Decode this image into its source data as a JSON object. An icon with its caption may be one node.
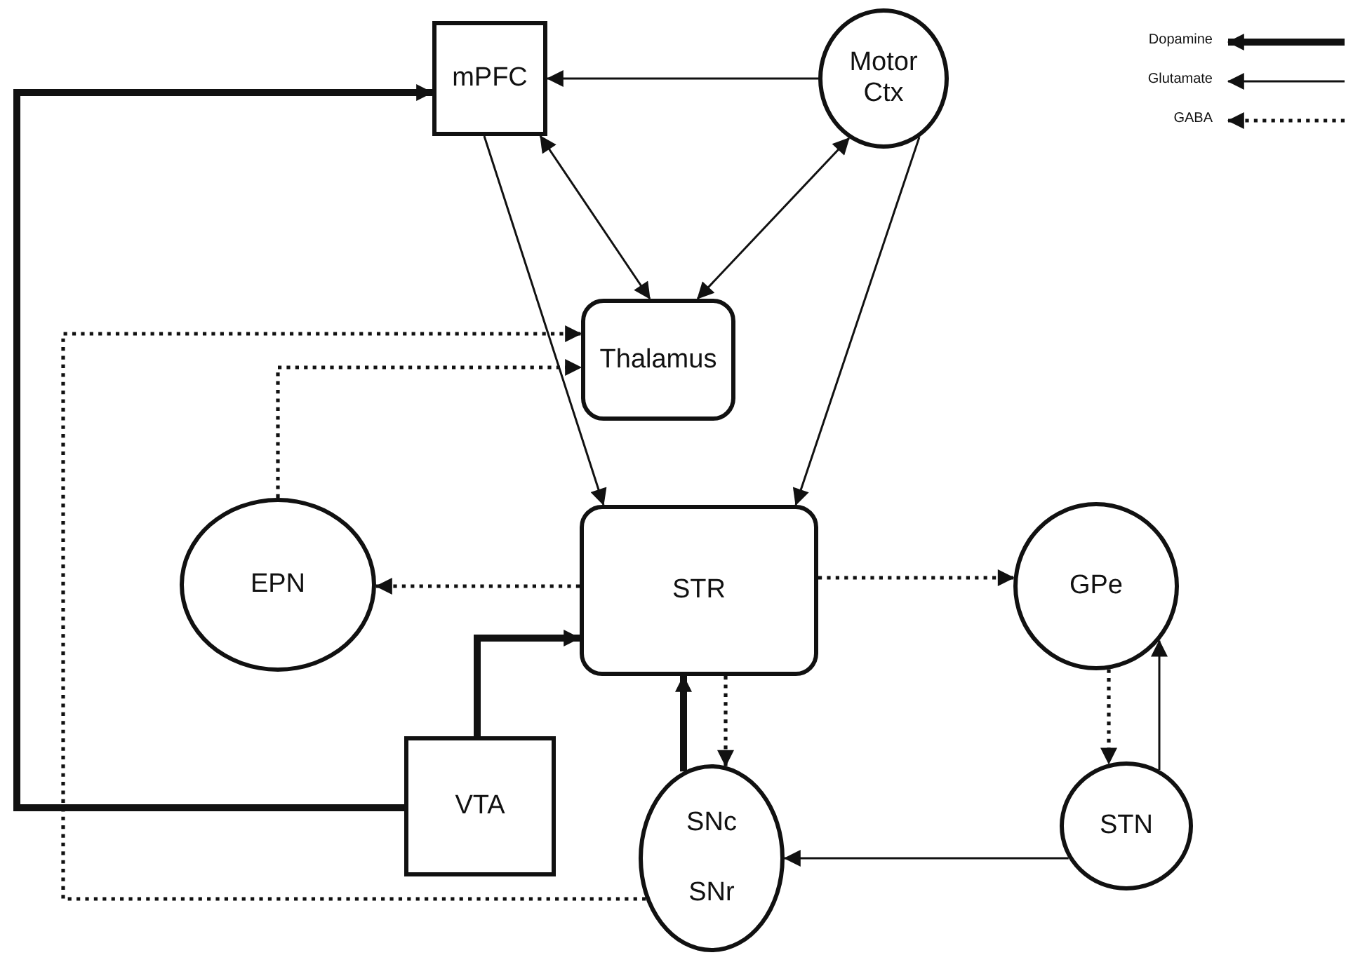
{
  "diagram": {
    "nodes": [
      {
        "text": [
          "mPFC"
        ]
      },
      {
        "text": [
          "Motor Ctx"
        ]
      },
      {
        "text": [
          "Thalamus"
        ]
      },
      {
        "text": [
          "EPN"
        ]
      },
      {
        "text": [
          "STR"
        ]
      },
      {
        "text": [
          "GPe"
        ]
      },
      {
        "text": [
          "STN"
        ]
      },
      {
        "text": [
          "SNc",
          "SNr"
        ]
      },
      {
        "text": [
          "VTA"
        ]
      }
    ],
    "edges": [
      {
        "from": 1,
        "to": 0,
        "arrow": "to"
      },
      {
        "from": 0,
        "to": 2,
        "arrow": "both"
      },
      {
        "from": 1,
        "to": 2,
        "arrow": "both"
      },
      {
        "from": 0,
        "to": 4,
        "arrow": "to"
      },
      {
        "from": 1,
        "to": 4,
        "arrow": "to"
      },
      {
        "from": 7,
        "to": 2,
        "arrow": "to",
        "style": "dashed"
      },
      {
        "from": 3,
        "to": 2,
        "arrow": "to",
        "style": "dashed"
      },
      {
        "from": 4,
        "to": 3,
        "arrow": "to",
        "style": "dashed"
      },
      {
        "from": 4,
        "to": 5,
        "arrow": "to",
        "style": "dashed"
      },
      {
        "from": 8,
        "to": 4,
        "arrow": "to",
        "style": "thick"
      },
      {
        "from": 8,
        "to": 0,
        "arrow": "to",
        "style": "thick"
      },
      {
        "from": 7,
        "to": 4,
        "arrow": "to",
        "style": "thick"
      },
      {
        "from": 4,
        "to": 7,
        "arrow": "to",
        "style": "dashed"
      },
      {
        "from": 5,
        "to": 6,
        "arrow": "to",
        "style": "dashed"
      },
      {
        "from": 6,
        "to": 5,
        "arrow": "to"
      },
      {
        "from": 6,
        "to": 7,
        "arrow": "to"
      }
    ],
    "legend": [
      {
        "text": "Dopamine"
      },
      {
        "text": "Glutamate"
      },
      {
        "text": "GABA"
      }
    ]
  }
}
